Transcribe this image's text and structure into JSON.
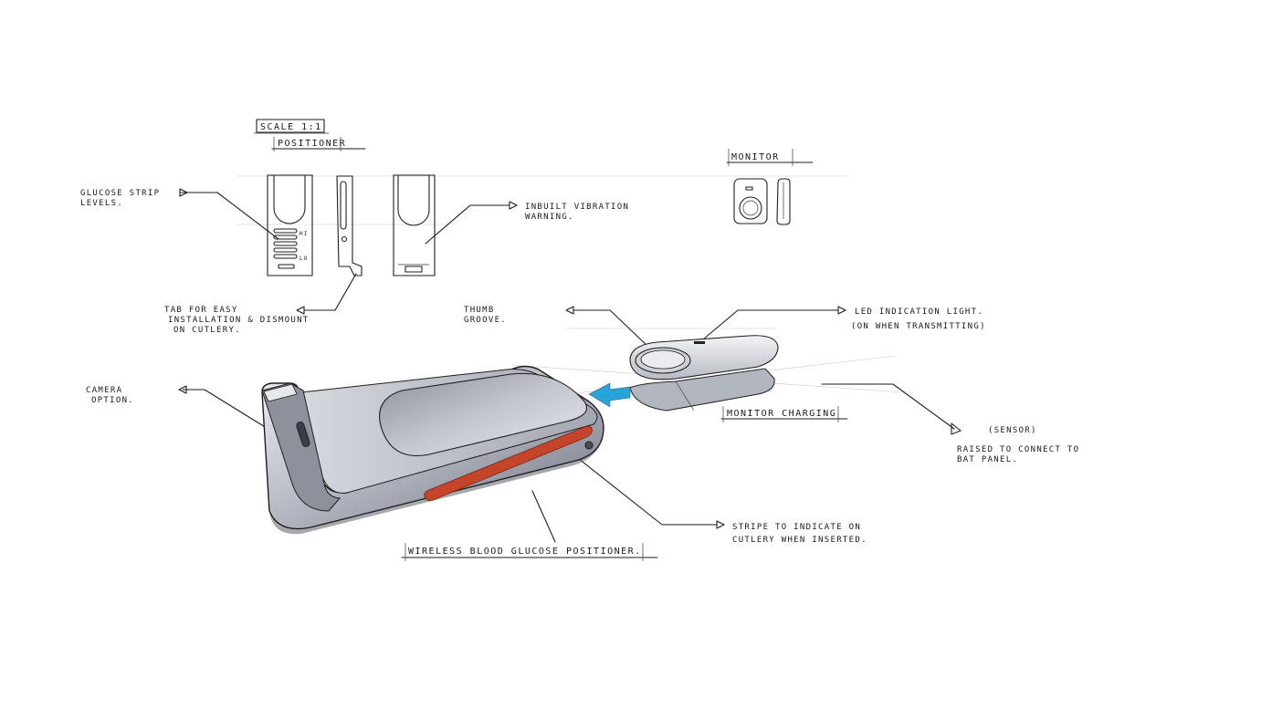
{
  "header": {
    "scale_label": "SCALE 1:1",
    "view_label": "POSITIONER"
  },
  "monitor_view": {
    "label": "MONITOR"
  },
  "annotations": {
    "glucose_strip": [
      "GLUCOSE STRIP",
      "LEVELS."
    ],
    "inbuilt_vibration": [
      "INBUILT VIBRATION",
      "WARNING."
    ],
    "tab": [
      "TAB FOR EASY",
      "INSTALLATION & DISMOUNT",
      "ON CUTLERY."
    ],
    "thumb_groove": [
      "THUMB",
      "GROOVE."
    ],
    "led_indicator": [
      "LED INDICATION LIGHT.",
      "(ON WHEN TRANSMITTING)"
    ],
    "camera_option": [
      "CAMERA",
      "OPTION."
    ],
    "monitor_charging": "MONITOR CHARGING",
    "sensor": [
      "(SENSOR)",
      "RAISED TO CONNECT TO",
      "BAT PANEL."
    ],
    "stripe": [
      "STRIPE TO INDICATE ON",
      "CUTLERY WHEN INSERTED."
    ],
    "positioner_title": "WIRELESS BLOOD GLUCOSE POSITIONER."
  },
  "scale_marks": {
    "hi": "HI",
    "lo": "LO"
  },
  "colors": {
    "ink": "#1e1e1e",
    "body_grey": "#a9adb8",
    "stripe_red": "#c4452a",
    "arrow_blue": "#2aa3d8"
  }
}
